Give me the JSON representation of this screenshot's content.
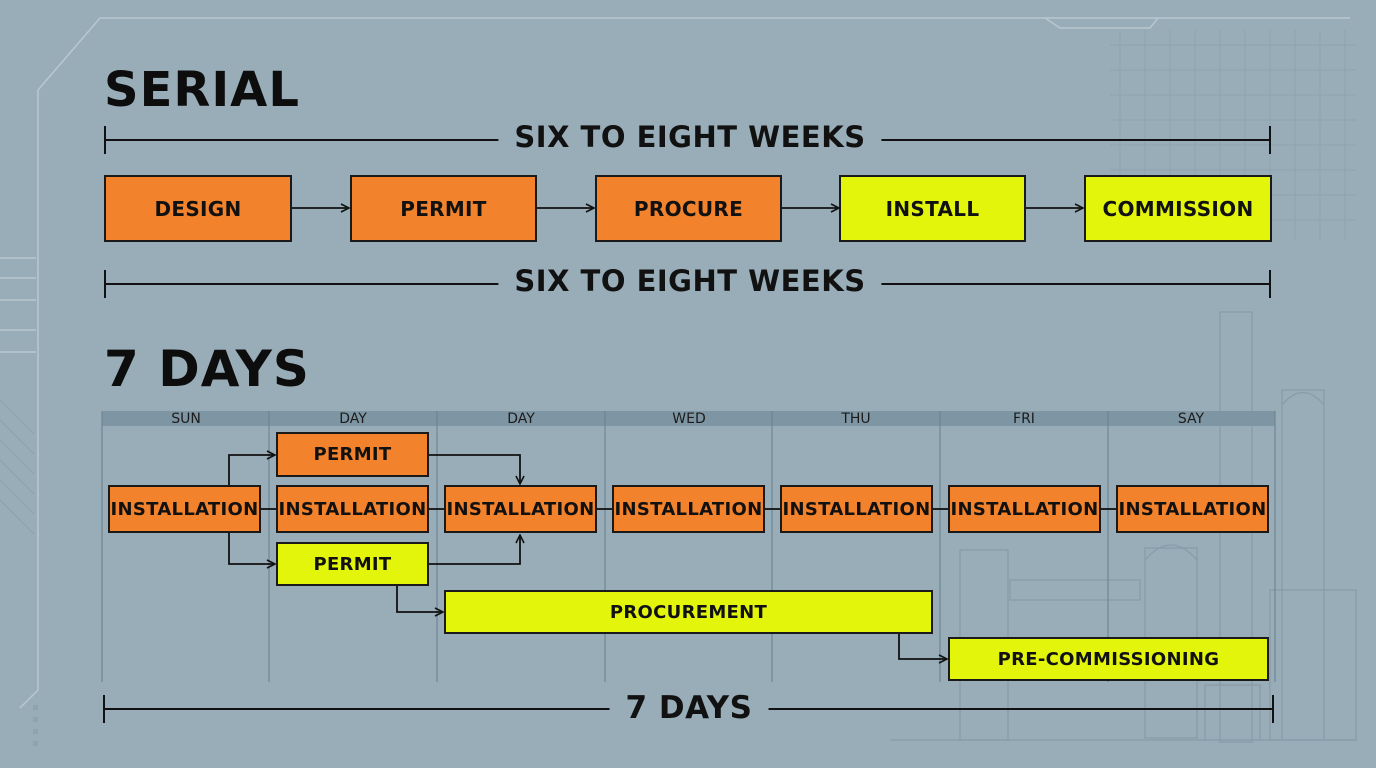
{
  "serial": {
    "title": "SERIAL",
    "span_top_label": "SIX TO EIGHT WEEKS",
    "span_bottom_label": "SIX TO EIGHT WEEKS",
    "steps": [
      {
        "label": "DESIGN",
        "color": "orange"
      },
      {
        "label": "PERMIT",
        "color": "orange"
      },
      {
        "label": "PROCURE",
        "color": "orange"
      },
      {
        "label": "INSTALL",
        "color": "yellow"
      },
      {
        "label": "COMMISSION",
        "color": "yellow"
      }
    ]
  },
  "parallel": {
    "title": "7 DAYS",
    "days": [
      "SUN",
      "DAY",
      "DAY",
      "WED",
      "THU",
      "FRI",
      "SAY"
    ],
    "installation_label": "INSTALLATION",
    "permit_orange": "PERMIT",
    "permit_yellow": "PERMIT",
    "procurement": "PROCUREMENT",
    "pre_commissioning": "PRE-COMMISSIONING",
    "span_label": "7 DAYS"
  },
  "colors": {
    "background": "#98adb8",
    "orange": "#f2822b",
    "yellow": "#e4f50c",
    "ink": "#111111"
  }
}
